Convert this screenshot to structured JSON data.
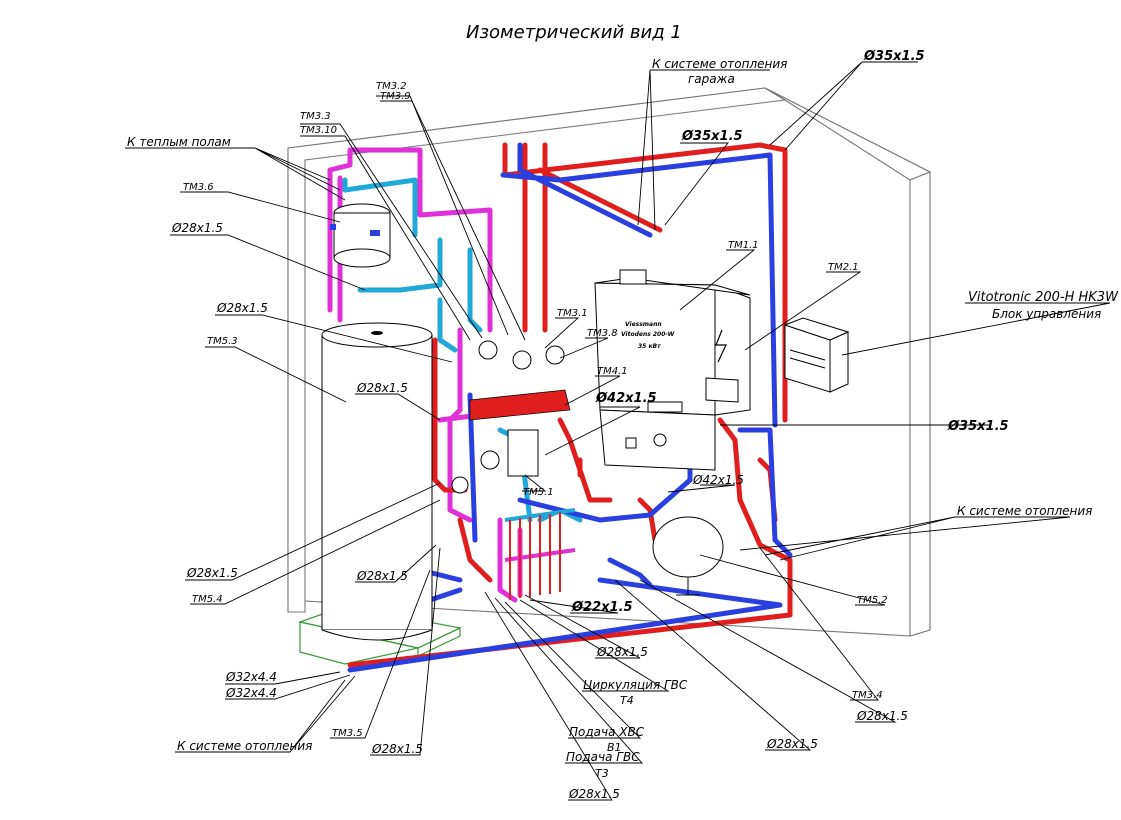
{
  "title": "Изометрический вид 1",
  "colors": {
    "supply": "#e01e1e",
    "return": "#2a3fe0",
    "cold_water": "#1fa8d8",
    "dhw": "#e030d8",
    "base_outline": "#3a9a3a"
  },
  "labels": {
    "tm32": "ТМ3.2",
    "tm39": "ТМ3.9",
    "tm33": "ТМ3.3",
    "tm310": "ТМ3.10",
    "teply_pol": "К теплым полам",
    "tm36": "ТМ3.6",
    "d28_top": "Ø28x1.5",
    "d28_mid": "Ø28x1.5",
    "tm53": "ТМ5.3",
    "d28_tank": "Ø28x1.5",
    "d28_left_low": "Ø28x1.5",
    "tm54": "ТМ5.4",
    "d28_center_low": "Ø28x1.5",
    "d32_a": "Ø32x4.4",
    "d32_b": "Ø32x4.4",
    "k_sist_otop_left": "К системе отопления",
    "tm35": "ТМ3.5",
    "d28_bottom_mid": "Ø28x1.5",
    "garage_1": "К системе отопления",
    "garage_2": "гаража",
    "d35_top": "Ø35x1.5",
    "d35_garage": "Ø35x1.5",
    "tm11": "ТМ1.1",
    "tm21": "ТМ2.1",
    "vitotronic": "Vitotronic 200-H HK3W",
    "block": "Блок управления",
    "tm31": "ТМ3.1",
    "tm38": "ТМ3.8",
    "tm41": "ТМ4.1",
    "d42_a": "Ø42x1.5",
    "d35_right": "Ø35x1.5",
    "d42_b": "Ø42x1.5",
    "tm51": "ТМ5.1",
    "k_sist_otop_right": "К системе отопления",
    "tm52": "ТМ5.2",
    "d22": "Ø22x1.5",
    "d28_r1": "Ø28x1.5",
    "circ_gvs": "Циркуляция ГВС",
    "t4": "Т4",
    "podacha_hvs": "Подача ХВС",
    "b1": "В1",
    "podacha_gvs": "Подача ГВС",
    "t3": "Т3",
    "d28_bottom": "Ø28x1.5",
    "tm34": "ТМ3.4",
    "d28_r2": "Ø28x1.5",
    "d28_r3": "Ø28x1.5",
    "boiler_brand": "Viessmann",
    "boiler_model": "Vitodens 200-W",
    "boiler_power": "35 кВт"
  }
}
